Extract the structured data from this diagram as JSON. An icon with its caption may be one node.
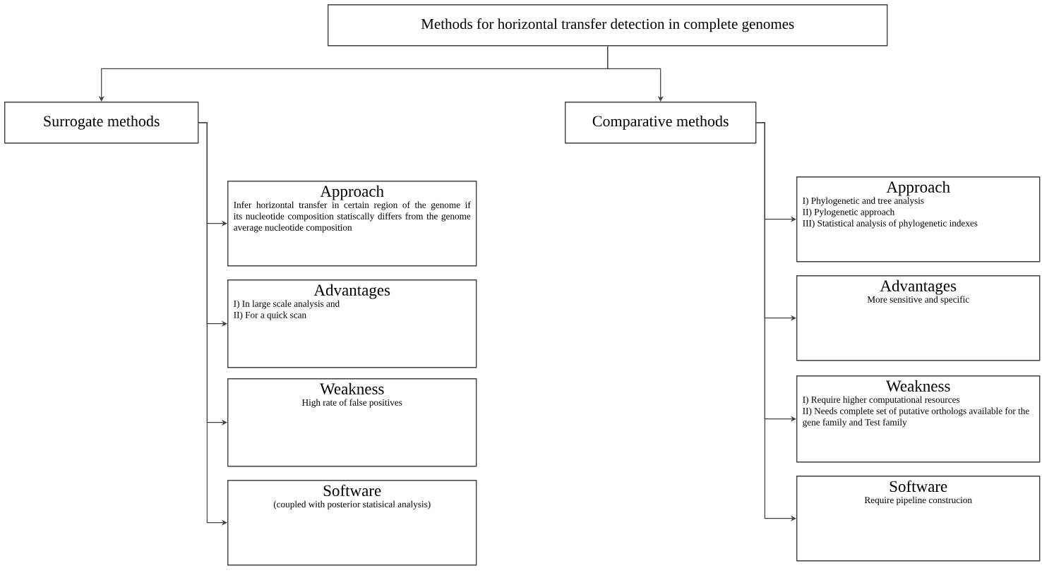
{
  "diagram": {
    "nodes": [
      {
        "text": [
          "Methods for horizontal transfer detection in complete genomes"
        ]
      },
      {
        "text": [
          "Surrogate methods"
        ]
      },
      {
        "text": [
          "Comparative methods"
        ]
      },
      {
        "text": [
          "Approach",
          "Infer horizontal transfer in certain region of the genome if its nucleotide composition statiscally differs from the genome average nucleotide composition"
        ]
      },
      {
        "text": [
          "Advantages",
          "I) In large scale analysis and",
          "II) For a quick scan"
        ]
      },
      {
        "text": [
          "Weakness",
          "High rate of false positives"
        ]
      },
      {
        "text": [
          "Software",
          "(coupled with posterior statisical analysis)"
        ]
      },
      {
        "text": [
          "Approach",
          "I) Phylogenetic and tree analysis",
          "II) Pylogenetic approach",
          "III) Statistical analysis of phylogenetic indexes"
        ]
      },
      {
        "text": [
          "Advantages",
          "More sensitive and specific"
        ]
      },
      {
        "text": [
          "Weakness",
          "I) Require higher computational resources",
          "II) Needs complete set of putative orthologs available for the gene family and Test family"
        ]
      },
      {
        "text": [
          "Software",
          "Require pipeline construcion"
        ]
      }
    ],
    "edges": [
      {
        "from": 0,
        "to": 1,
        "arrow": "to"
      },
      {
        "from": 0,
        "to": 2,
        "arrow": "to"
      },
      {
        "from": 1,
        "to": 3,
        "arrow": "to"
      },
      {
        "from": 1,
        "to": 4,
        "arrow": "to"
      },
      {
        "from": 1,
        "to": 5,
        "arrow": "to"
      },
      {
        "from": 1,
        "to": 6,
        "arrow": "to"
      },
      {
        "from": 2,
        "to": 7,
        "arrow": "to"
      },
      {
        "from": 2,
        "to": 8,
        "arrow": "to"
      },
      {
        "from": 2,
        "to": 9,
        "arrow": "to"
      },
      {
        "from": 2,
        "to": 10,
        "arrow": "to"
      }
    ]
  }
}
